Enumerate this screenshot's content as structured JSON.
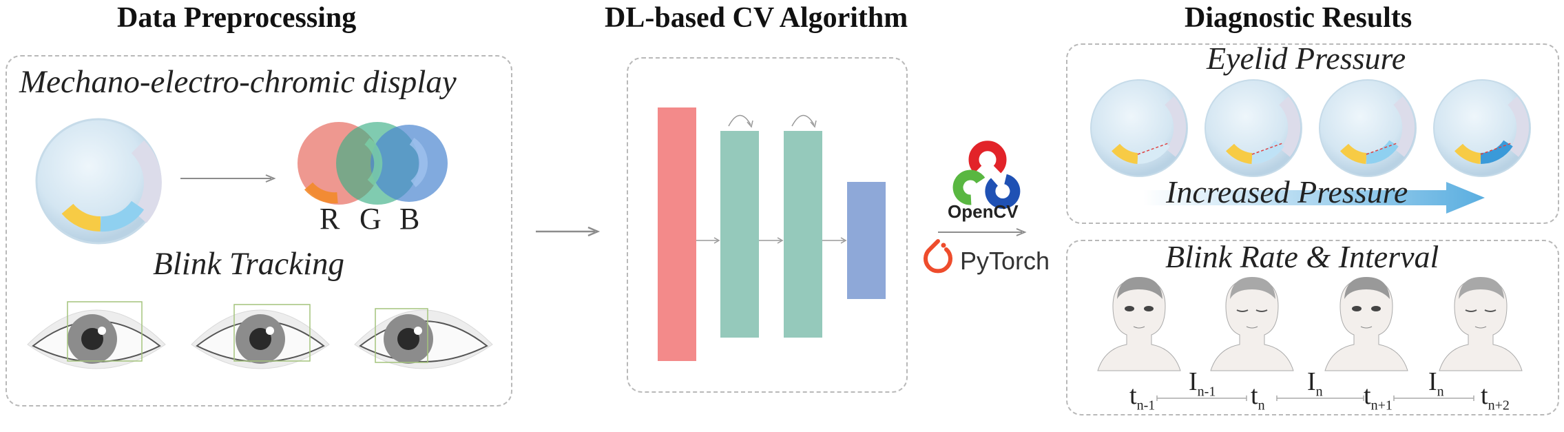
{
  "sections": {
    "preprocessing": {
      "title": "Data Preprocessing",
      "display_label": "Mechano-electro-chromic display",
      "channels": [
        "R",
        "G",
        "B"
      ],
      "blink_label": "Blink Tracking"
    },
    "algorithm": {
      "title": "DL-based CV Algorithm",
      "library_1": "OpenCV",
      "library_2": "PyTorch"
    },
    "results": {
      "title": "Diagnostic Results",
      "pressure_label": "Eyelid Pressure",
      "pressure_arrow": "Increased Pressure",
      "blink_label": "Blink Rate & Interval",
      "timeline": {
        "times": [
          {
            "base": "t",
            "sub": "n-1"
          },
          {
            "base": "t",
            "sub": "n"
          },
          {
            "base": "t",
            "sub": "n+1"
          },
          {
            "base": "t",
            "sub": "n+2"
          }
        ],
        "intervals": [
          {
            "base": "I",
            "sub": "n-1"
          },
          {
            "base": "I",
            "sub": "n"
          },
          {
            "base": "I",
            "sub": "n"
          }
        ]
      }
    }
  },
  "colors": {
    "red_block": "#f38a8a",
    "teal_block": "#95c9bb",
    "blue_block": "#8ea8d8",
    "yellow_segment": "#f7cb45",
    "cyan_segment": "#8fd0f0",
    "pressure_arrow": "#5aaee0"
  }
}
